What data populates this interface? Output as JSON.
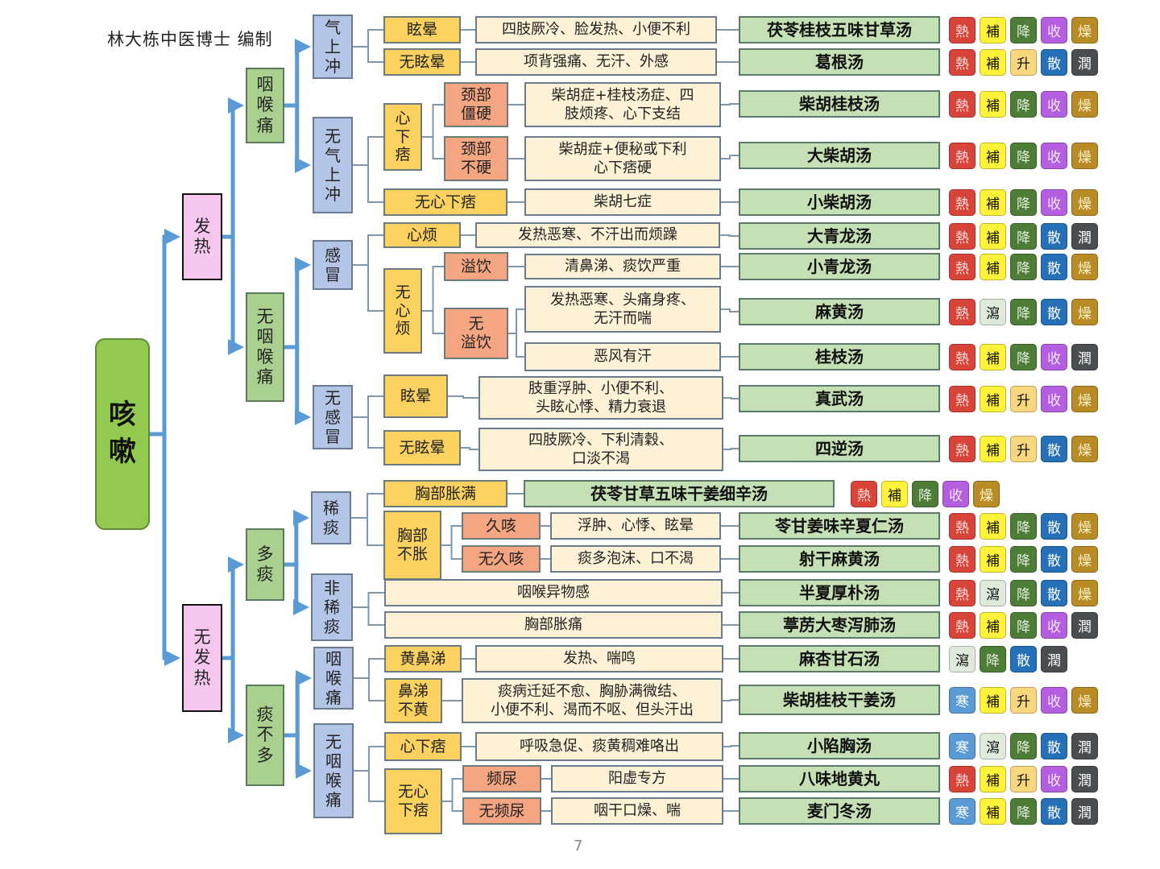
{
  "title": "林大栋中医博士 编制",
  "page_number": "7",
  "nodes": {
    "root": "咳\n嗽",
    "A1": "发\n热",
    "A2": "无\n发\n热",
    "B1": "咽\n喉\n痛",
    "B2": "无\n咽\n喉\n痛",
    "B3": "多\n痰",
    "B4": "痰\n不\n多",
    "C1": "气\n上\n冲",
    "C2": "无\n气\n上\n冲",
    "C3": "感\n冒",
    "C4": "无\n感\n冒",
    "C5": "稀\n痰",
    "C6": "非\n稀\n痰",
    "C7": "咽\n喉\n痛",
    "C8": "无\n咽\n喉\n痛",
    "D1": "眩晕",
    "D2": "无眩晕",
    "D3": "心\n下\n痞",
    "D4": "无心下痞",
    "D5": "心烦",
    "D6": "无\n心\n烦",
    "D7": "眩晕",
    "D8": "无眩晕",
    "D9": "胸部胀满",
    "D10": "胸部\n不胀",
    "D11": "黄鼻涕",
    "D12": "鼻涕\n不黄",
    "D13": "心下痞",
    "D14": "无心\n下痞",
    "E1": "颈部\n僵硬",
    "E2": "颈部\n不硬",
    "E3": "溢饮",
    "E4": "无\n溢饮",
    "E5": "久咳",
    "E6": "无久咳",
    "E7": "频尿",
    "E8": "无频尿"
  },
  "symptoms": [
    "四肢厥冷、脸发热、小便不利",
    "项背强痛、无汗、外感",
    "柴胡症+桂枝汤症、四\n肢烦疼、心下支结",
    "柴胡症+便秘或下利\n心下痞硬",
    "柴胡七症",
    "发热恶寒、不汗出而烦躁",
    "清鼻涕、痰饮严重",
    "发热恶寒、头痛身疼、\n无汗而喘",
    "恶风有汗",
    "肢重浮肿、小便不利、\n头眩心悸、精力衰退",
    "四肢厥冷、下利清穀、\n口淡不渴",
    "浮肿、心悸、眩晕",
    "痰多泡沫、口不渴",
    "咽喉异物感",
    "胸部胀痛",
    "发热、喘鸣",
    "痰病迁延不愈、胸胁满微结、\n小便不利、渴而不呕、但头汗出",
    "呼吸急促、痰黄稠难咯出",
    "阳虚专方",
    "咽干口燥、喘"
  ],
  "formulas": [
    {
      "name": "茯苓桂枝五味甘草汤",
      "tags": [
        "熱",
        "補",
        "降",
        "收",
        "燥"
      ]
    },
    {
      "name": "葛根汤",
      "tags": [
        "熱",
        "補",
        "升",
        "散",
        "潤"
      ]
    },
    {
      "name": "柴胡桂枝汤",
      "tags": [
        "熱",
        "補",
        "降",
        "收",
        "燥"
      ]
    },
    {
      "name": "大柴胡汤",
      "tags": [
        "熱",
        "補",
        "降",
        "收",
        "燥"
      ]
    },
    {
      "name": "小柴胡汤",
      "tags": [
        "熱",
        "補",
        "降",
        "收",
        "燥"
      ]
    },
    {
      "name": "大青龙汤",
      "tags": [
        "熱",
        "補",
        "降",
        "散",
        "潤"
      ]
    },
    {
      "name": "小青龙汤",
      "tags": [
        "熱",
        "補",
        "降",
        "散",
        "燥"
      ]
    },
    {
      "name": "麻黄汤",
      "tags": [
        "熱",
        "瀉",
        "降",
        "散",
        "燥"
      ]
    },
    {
      "name": "桂枝汤",
      "tags": [
        "熱",
        "補",
        "降",
        "收",
        "潤"
      ]
    },
    {
      "name": "真武汤",
      "tags": [
        "熱",
        "補",
        "升",
        "收",
        "燥"
      ]
    },
    {
      "name": "四逆汤",
      "tags": [
        "熱",
        "補",
        "升",
        "散",
        "燥"
      ]
    },
    {
      "name": "茯苓甘草五味干姜细辛汤",
      "tags": [
        "熱",
        "補",
        "降",
        "收",
        "燥"
      ]
    },
    {
      "name": "苓甘姜味辛夏仁汤",
      "tags": [
        "熱",
        "補",
        "降",
        "散",
        "燥"
      ]
    },
    {
      "name": "射干麻黄汤",
      "tags": [
        "熱",
        "補",
        "降",
        "散",
        "燥"
      ]
    },
    {
      "name": "半夏厚朴汤",
      "tags": [
        "熱",
        "瀉",
        "降",
        "散",
        "燥"
      ]
    },
    {
      "name": "葶苈大枣泻肺汤",
      "tags": [
        "熱",
        "補",
        "降",
        "收",
        "潤"
      ]
    },
    {
      "name": "麻杏甘石汤",
      "tags": [
        "瀉",
        "降",
        "散",
        "潤"
      ]
    },
    {
      "name": "柴胡桂枝干姜汤",
      "tags": [
        "寒",
        "補",
        "升",
        "收",
        "燥"
      ]
    },
    {
      "name": "小陷胸汤",
      "tags": [
        "寒",
        "瀉",
        "降",
        "散",
        "潤"
      ]
    },
    {
      "name": "八味地黄丸",
      "tags": [
        "熱",
        "補",
        "升",
        "收",
        "潤"
      ]
    },
    {
      "name": "麦门冬汤",
      "tags": [
        "寒",
        "補",
        "降",
        "散",
        "潤"
      ]
    }
  ],
  "tag_colors": {
    "熱": {
      "bg": "#d9443a",
      "fg": "#fde3e0"
    },
    "寒": {
      "bg": "#5b9bd5",
      "fg": "#ffffff"
    },
    "補": {
      "bg": "#fff23a",
      "fg": "#111111"
    },
    "瀉": {
      "bg": "#dfeadb",
      "fg": "#111111"
    },
    "升": {
      "bg": "#f9d77e",
      "fg": "#111111"
    },
    "降": {
      "bg": "#4e7d38",
      "fg": "#e6f0e0"
    },
    "收": {
      "bg": "#b35fe0",
      "fg": "#f5e6fc"
    },
    "散": {
      "bg": "#2670b8",
      "fg": "#ffffff"
    },
    "燥": {
      "bg": "#b88b25",
      "fg": "#fff4d0"
    },
    "潤": {
      "bg": "#4a4d52",
      "fg": "#ffffff"
    }
  },
  "connector_colors": {
    "thick": "#5b9bd5",
    "thin": "#7d98ad"
  }
}
